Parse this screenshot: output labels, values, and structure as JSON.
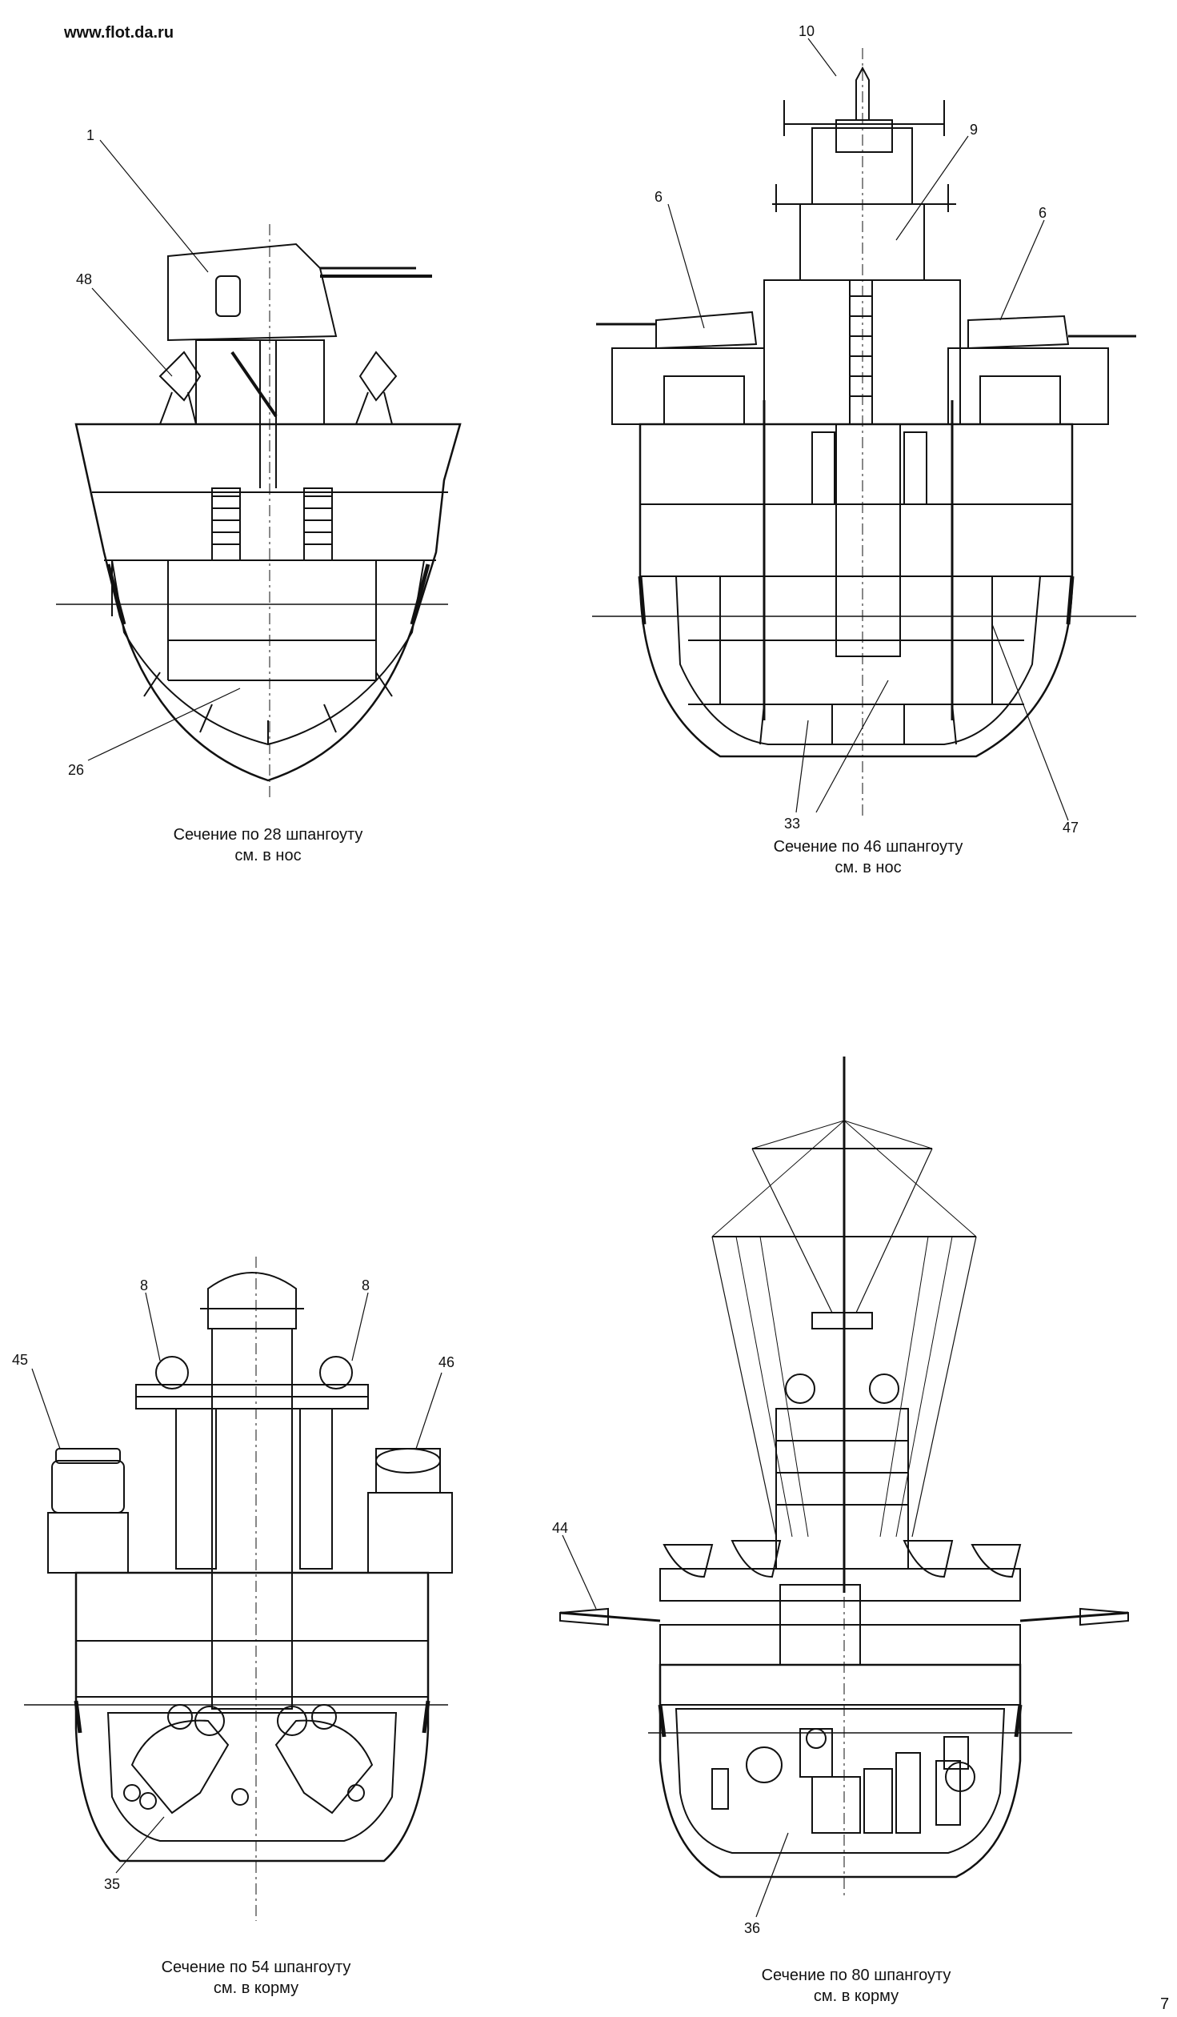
{
  "site_label": "www.flot.da.ru",
  "sections": [
    {
      "id": "s28",
      "caption_line1": "Сечение по 28 шпангоуту",
      "caption_line2": "см. в нос",
      "callouts": [
        "1",
        "48",
        "26"
      ]
    },
    {
      "id": "s46",
      "caption_line1": "Сечение по 46 шпангоуту",
      "caption_line2": "см. в нос",
      "callouts": [
        "10",
        "9",
        "6",
        "6",
        "33",
        "47"
      ]
    },
    {
      "id": "s54",
      "caption_line1": "Сечение по 54 шпангоуту",
      "caption_line2": "см. в корму",
      "callouts": [
        "8",
        "8",
        "45",
        "46",
        "35"
      ]
    },
    {
      "id": "s80",
      "caption_line1": "Сечение по 80 шпангоуту",
      "caption_line2": "см. в корму",
      "callouts": [
        "44",
        "36"
      ]
    }
  ],
  "page_marker": "7"
}
